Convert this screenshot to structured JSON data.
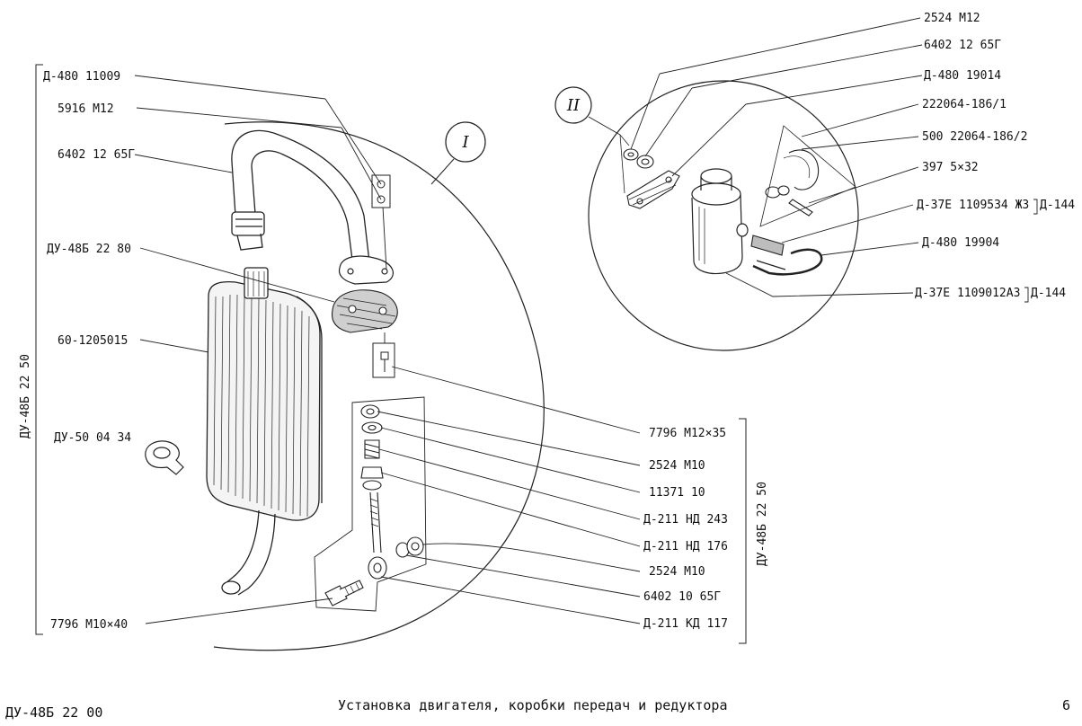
{
  "callouts": {
    "detail_one": "I",
    "detail_two": "II"
  },
  "left_labels": {
    "d480_11009": "Д-480 11009",
    "b5916_m12": "5916  М12",
    "b6402_12_65g": "6402 12 65Г",
    "du48b_2280": "ДУ-48Б 22 80",
    "b60_1205015": "60-1205015",
    "du50_0434": "ДУ-50 04 34",
    "b7796_m10x40": "7796 М10×40",
    "assembly_vertical": "ДУ-48Б 22 50"
  },
  "right_labels": {
    "b7796_m12x35": "7796 М12×35",
    "b2524_m10_a": "2524  М10",
    "b11371_10": "11371  10",
    "d211_nd243": "Д-211 НД 243",
    "d211_nd176": "Д-211 НД 176",
    "b2524_m10_b": "2524  М10",
    "b6402_10_65g": "6402 10 65Г",
    "d211_kd117": "Д-211 КД 117",
    "assembly_vertical": "ДУ-48Б 22 50"
  },
  "detail_labels": {
    "b2524_m12": "2524  М12",
    "b6402_12_65g": "6402 12 65Г",
    "d480_19014": "Д-480  19014",
    "b222064_186_1": "222064-186/1",
    "b500_22064_186_2": "500 22064-186/2",
    "b397_5x32": "397  5×32",
    "d37e_1109534": "Д-37Е 1109534 ЖЗ",
    "d144_a": "Д-144",
    "d480_19904": "Д-480  19904",
    "d37e_1109012": "Д-37Е 1109012А3",
    "d144_b": "Д-144"
  },
  "footer": {
    "drawing_code": "ДУ-48Б 22 00",
    "title": "Установка двигателя, коробки передач и редуктора",
    "page_number": "6"
  }
}
